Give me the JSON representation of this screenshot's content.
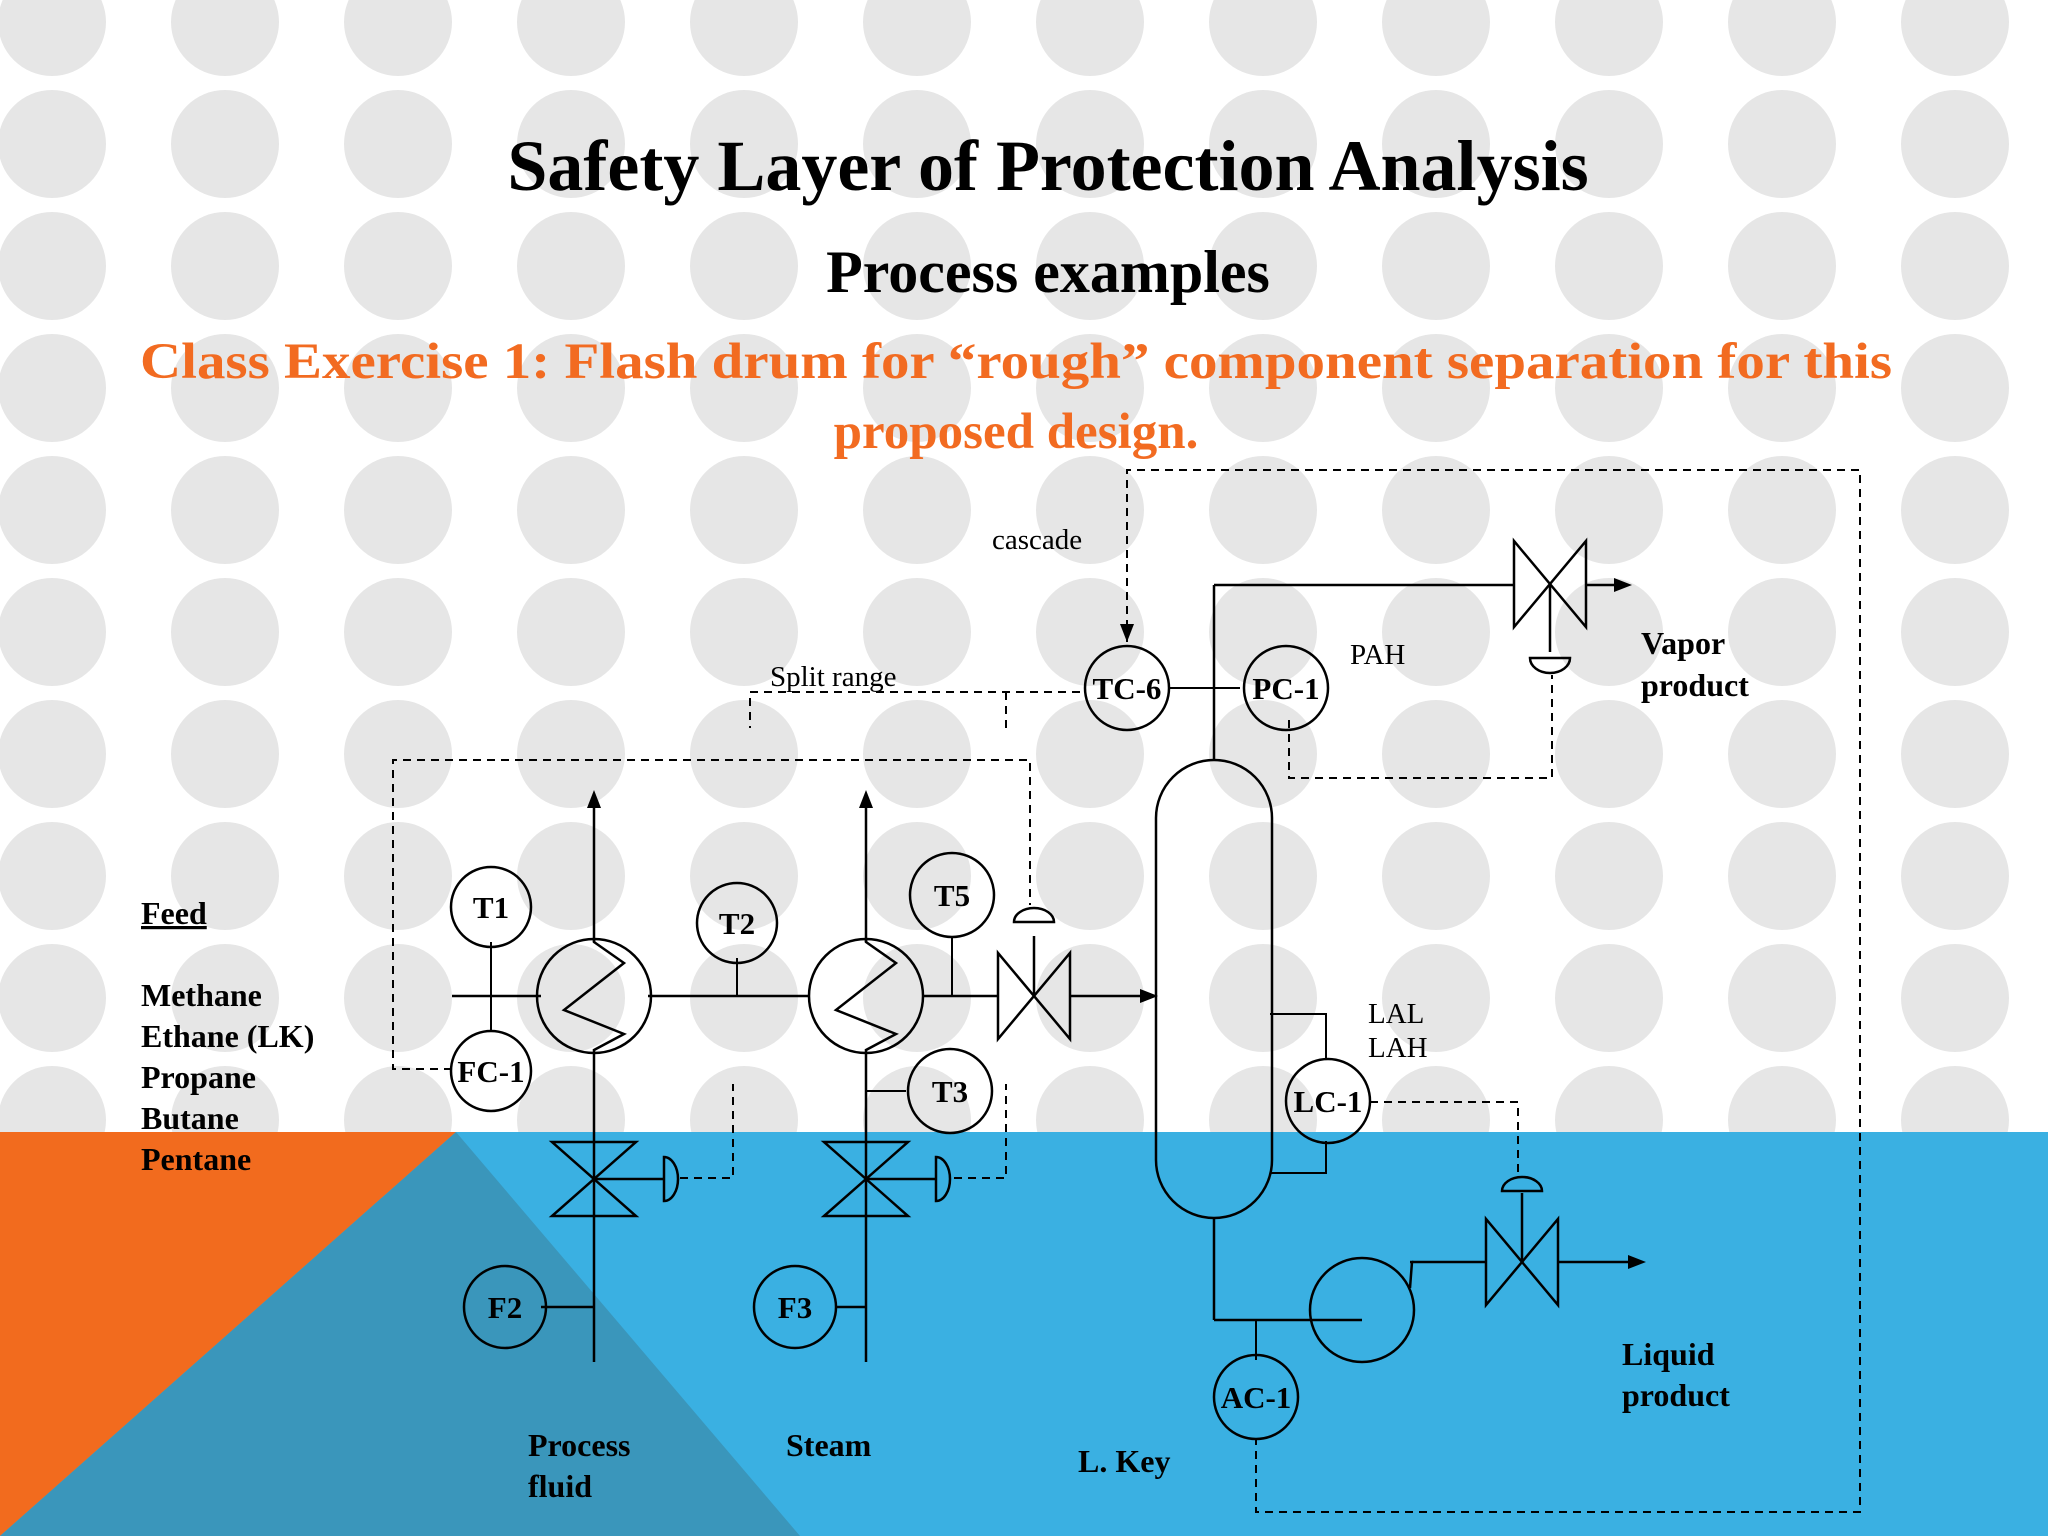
{
  "slide": {
    "title": "Safety Layer of Protection Analysis",
    "subtitle": "Process examples",
    "exercise_line1": "Class Exercise 1: Flash drum for “rough” component separation for this",
    "exercise_line2": "proposed design.",
    "colors": {
      "title": "#000000",
      "exercise": "#F26B21",
      "dot": "#E6E6E6",
      "band_blue": "#3AB0E2",
      "band_orange": "#F26B1E",
      "band_overlap": "#3A96BB"
    }
  },
  "feed": {
    "heading": "Feed",
    "components": [
      "Methane",
      "Ethane (LK)",
      "Propane",
      "Butane",
      "Pentane"
    ]
  },
  "instruments": {
    "t1": "T1",
    "t2": "T2",
    "t3": "T3",
    "t5": "T5",
    "fc1": "FC-1",
    "f2": "F2",
    "f3": "F3",
    "tc6": "TC-6",
    "pc1": "PC-1",
    "lc1": "LC-1",
    "ac1": "AC-1"
  },
  "annotations": {
    "cascade": "cascade",
    "split_range": "Split range",
    "pah": "PAH",
    "lal": "LAL",
    "lah": "LAH"
  },
  "streams": {
    "vapor_line1": "Vapor",
    "vapor_line2": "product",
    "liquid_line1": "Liquid",
    "liquid_line2": "product",
    "process_line1": "Process",
    "process_line2": "fluid",
    "steam": "Steam",
    "lkey": "L. Key"
  },
  "icons": [
    "heat-exchanger-icon",
    "control-valve-icon",
    "pump-icon",
    "flash-drum-icon",
    "arrow-icon"
  ]
}
